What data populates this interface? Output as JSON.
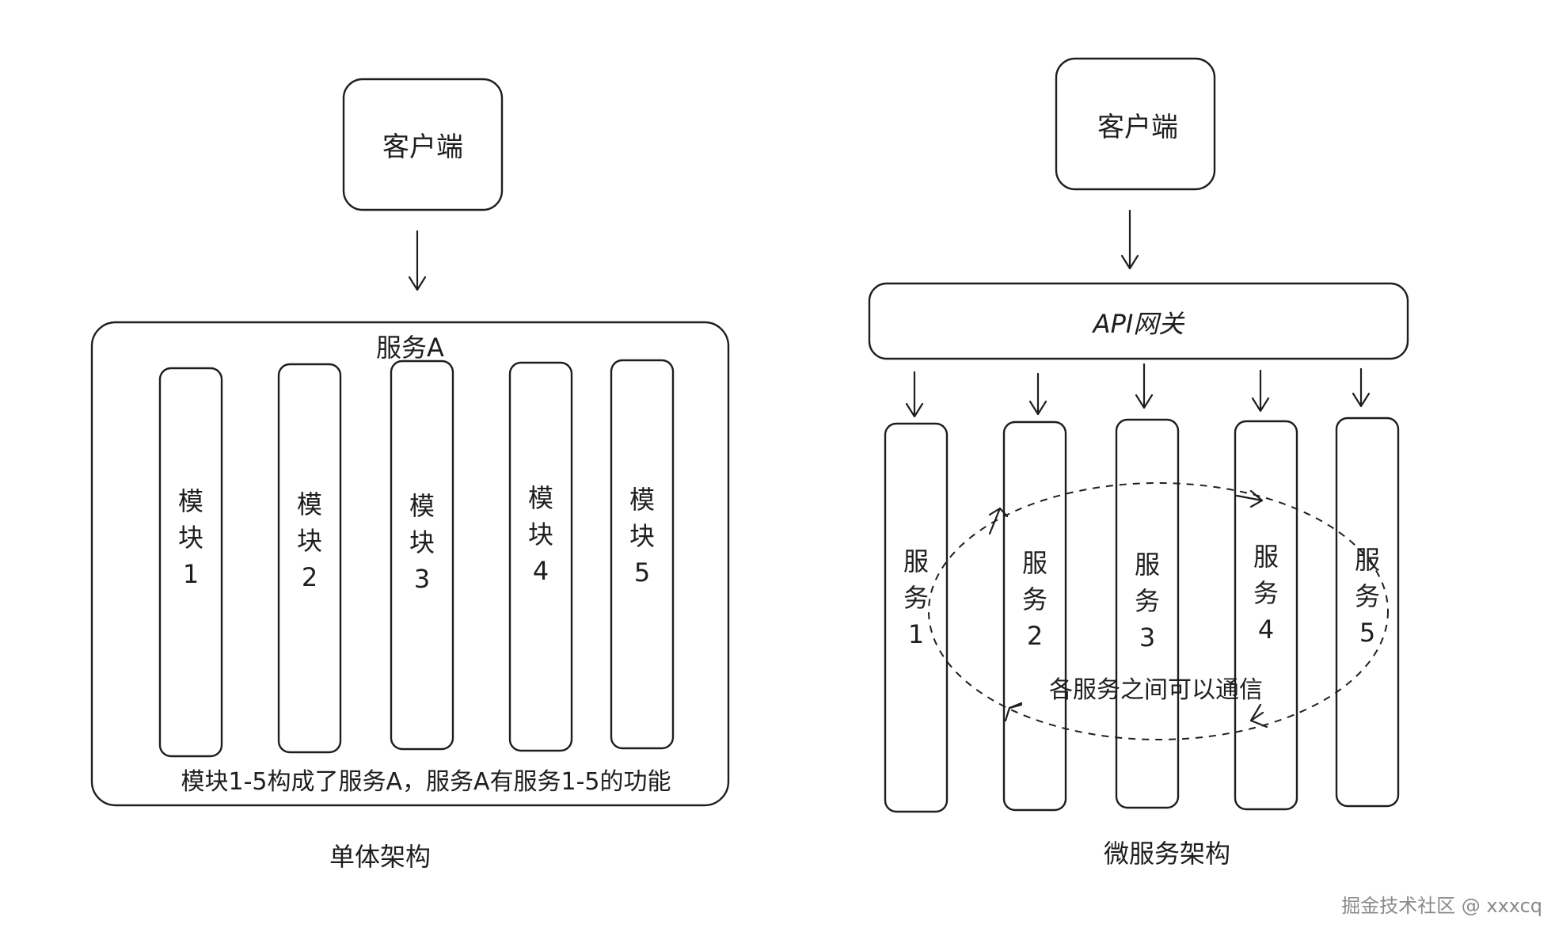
{
  "left": {
    "client_label": "客户端",
    "service_label": "服务A",
    "modules": [
      {
        "lines": [
          "模",
          "块",
          "1"
        ]
      },
      {
        "lines": [
          "模",
          "块",
          "2"
        ]
      },
      {
        "lines": [
          "模",
          "块",
          "3"
        ]
      },
      {
        "lines": [
          "模",
          "块",
          "4"
        ]
      },
      {
        "lines": [
          "模",
          "块",
          "5"
        ]
      }
    ],
    "note": "模块1-5构成了服务A，服务A有服务1-5的功能",
    "caption": "单体架构"
  },
  "right": {
    "client_label": "客户端",
    "gateway_label": "API网关",
    "services": [
      {
        "lines": [
          "服",
          "务",
          "1"
        ]
      },
      {
        "lines": [
          "服",
          "务",
          "2"
        ]
      },
      {
        "lines": [
          "服",
          "务",
          "3"
        ]
      },
      {
        "lines": [
          "服",
          "务",
          "4"
        ]
      },
      {
        "lines": [
          "服",
          "务",
          "5"
        ]
      }
    ],
    "comm_note": "各服务之间可以通信",
    "caption": "微服务架构"
  },
  "watermark": "掘金技术社区 @ xxxcq"
}
